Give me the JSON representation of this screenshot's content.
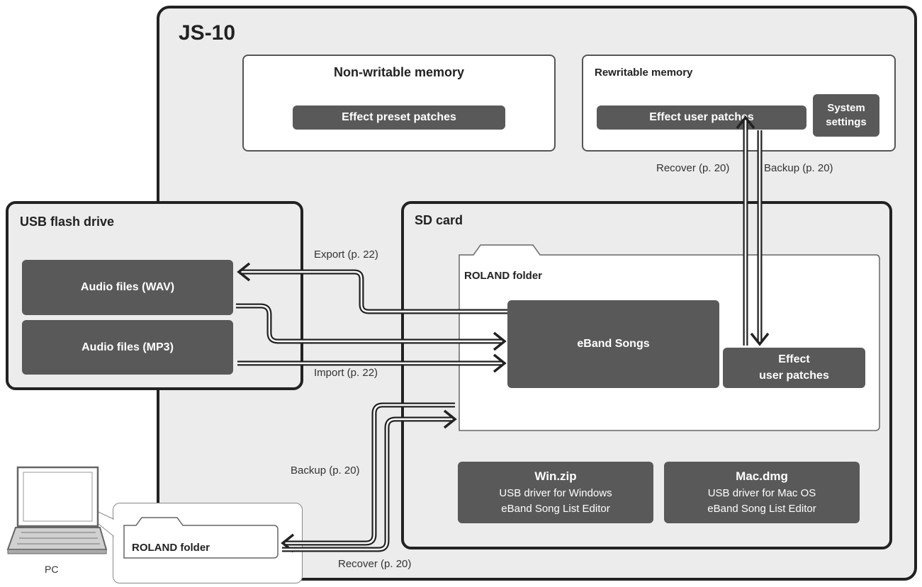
{
  "js10": {
    "title": "JS-10",
    "non_writable": {
      "title": "Non-writable memory",
      "item": "Effect preset patches"
    },
    "rewritable": {
      "title": "Rewritable memory",
      "item": "Effect user patches",
      "system_l1": "System",
      "system_l2": "settings"
    }
  },
  "usb": {
    "title": "USB flash drive",
    "wav": "Audio files (WAV)",
    "mp3": "Audio files (MP3)"
  },
  "sd": {
    "title": "SD card",
    "roland_folder": "ROLAND folder",
    "eband": "eBand Songs",
    "effect_l1": "Effect",
    "effect_l2": "user patches",
    "win": {
      "title": "Win.zip",
      "l1": "USB driver for Windows",
      "l2": "eBand Song List Editor"
    },
    "mac": {
      "title": "Mac.dmg",
      "l1": "USB driver for Mac OS",
      "l2": "eBand Song List Editor"
    }
  },
  "pc": {
    "label": "PC",
    "folder": "ROLAND folder"
  },
  "labels": {
    "recover_top": "Recover (p. 20)",
    "backup_top": "Backup (p. 20)",
    "export": "Export (p. 22)",
    "import": "Import (p. 22)",
    "backup_pc": "Backup (p. 20)",
    "recover_pc": "Recover (p. 20)"
  }
}
